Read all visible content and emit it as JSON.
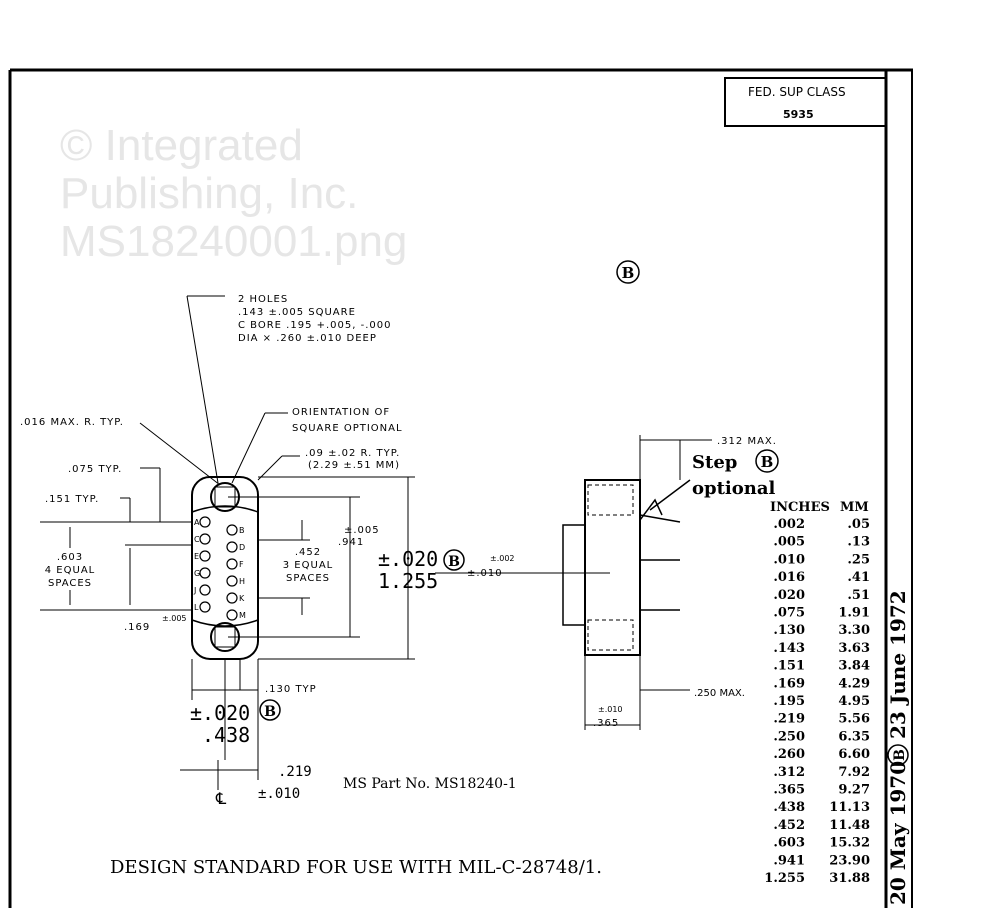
{
  "title_block": {
    "label": "FED. SUP CLASS",
    "value": "5935"
  },
  "revision_mark": "B",
  "watermark": [
    "© Integrated",
    "Publishing, Inc.",
    "MS18240001.png"
  ],
  "callouts": {
    "holes": [
      "2 HOLES",
      ".143 ±.005 SQUARE",
      "C BORE .195 +.005, -.000",
      "DIA × .260 ±.010 DEEP"
    ],
    "radius_max": ".016 MAX. R. TYP.",
    "orientation": [
      "ORIENTATION OF",
      "SQUARE OPTIONAL"
    ],
    "corner_radius": [
      ".09 ±.02 R. TYP.",
      "(2.29 ±.51 MM)"
    ],
    "d075": ".075 TYP.",
    "d151": ".151 TYP.",
    "d603": [
      ".603",
      "4 EQUAL",
      "SPACES"
    ],
    "d452": [
      ".452",
      "3 EQUAL",
      "SPACES"
    ],
    "d941": ".941",
    "d941_tol": "±.005",
    "d1255": "1.255",
    "d1255_tol": "±.020",
    "d169": ".169",
    "d169_tol": "±.005",
    "d130": ".130 TYP",
    "d438": ".438",
    "d438_tol": "±.020",
    "d219": ".219",
    "d219_tol": "±.010",
    "centerline": "℄",
    "side_tol": "±.002",
    "side_tol2": "±.010",
    "d312": ".312 MAX.",
    "step": [
      "Step",
      "optional"
    ],
    "d250": ".250 MAX.",
    "d365": ".365",
    "d365_tol": "±.010"
  },
  "contacts": [
    "A",
    "B",
    "C",
    "D",
    "E",
    "F",
    "G",
    "H",
    "J",
    "K",
    "L",
    "M"
  ],
  "part_no": "MS Part No. MS18240-1",
  "design_standard": "DESIGN STANDARD FOR USE WITH MIL-C-28748/1.",
  "conversion_table": {
    "headers": [
      "INCHES",
      "MM"
    ],
    "rows": [
      [
        ".002",
        ".05"
      ],
      [
        ".005",
        ".13"
      ],
      [
        ".010",
        ".25"
      ],
      [
        ".016",
        ".41"
      ],
      [
        ".020",
        ".51"
      ],
      [
        ".075",
        "1.91"
      ],
      [
        ".130",
        "3.30"
      ],
      [
        ".143",
        "3.63"
      ],
      [
        ".151",
        "3.84"
      ],
      [
        ".169",
        "4.29"
      ],
      [
        ".195",
        "4.95"
      ],
      [
        ".219",
        "5.56"
      ],
      [
        ".250",
        "6.35"
      ],
      [
        ".260",
        "6.60"
      ],
      [
        ".312",
        "7.92"
      ],
      [
        ".365",
        "9.27"
      ],
      [
        ".438",
        "11.13"
      ],
      [
        ".452",
        "11.48"
      ],
      [
        ".603",
        "15.32"
      ],
      [
        ".941",
        "23.90"
      ],
      [
        "1.255",
        "31.88"
      ]
    ]
  },
  "dates": {
    "first": "20 May 1970",
    "rev": "B",
    "second": "23 June 1972"
  }
}
